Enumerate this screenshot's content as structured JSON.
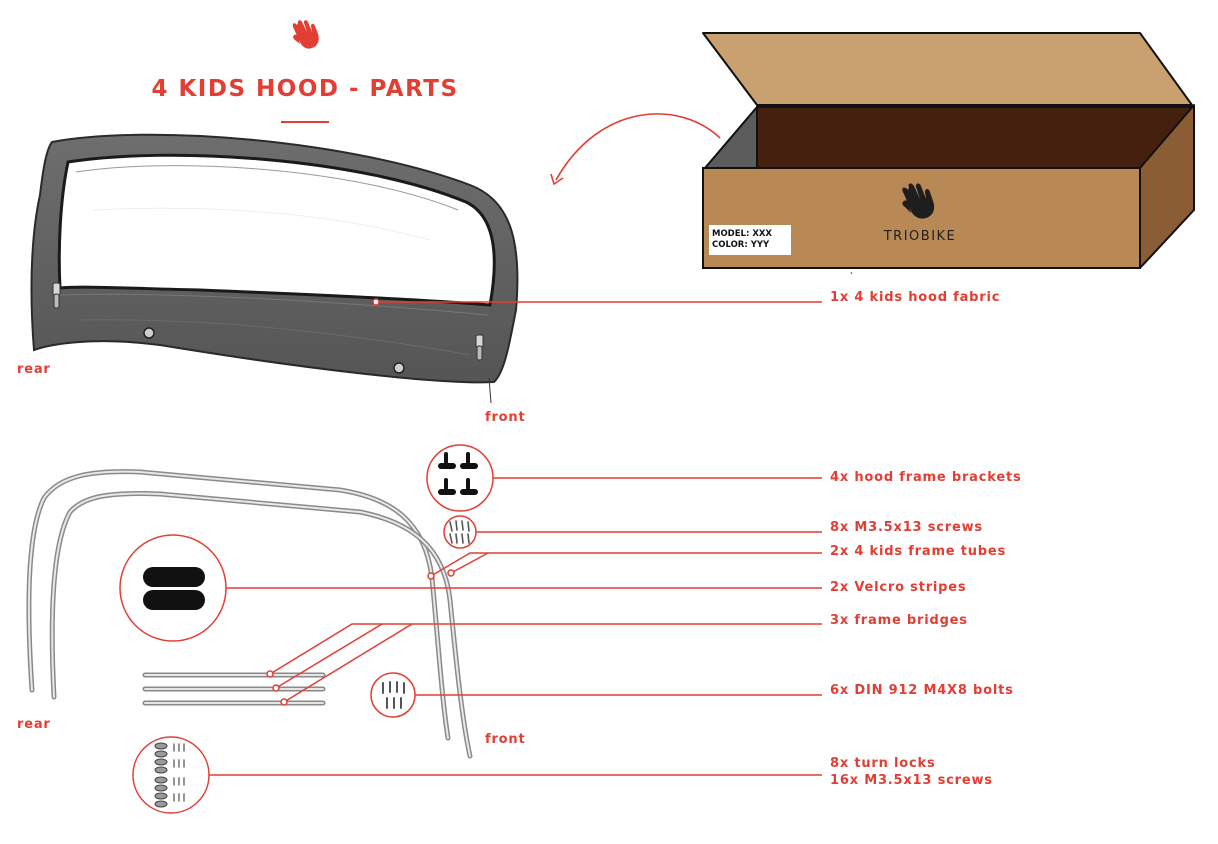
{
  "title": "4 KIDS HOOD - PARTS",
  "box": {
    "model": "MODEL: XXX",
    "color": "COLOR: YYY",
    "brand": "TRIOBIKE"
  },
  "orientation": {
    "rear_top": "rear",
    "front_top": "front",
    "rear_bottom": "rear",
    "front_bottom": "front"
  },
  "parts": {
    "hood_fabric": "1x 4 kids hood fabric",
    "frame_brackets": "4x hood frame brackets",
    "bracket_screws": "8x M3.5x13 screws",
    "frame_tubes": "2x 4 kids frame tubes",
    "velcro": "2x Velcro stripes",
    "frame_bridges": "3x frame bridges",
    "bolts": "6x DIN 912 M4X8 bolts",
    "turn_locks": "8x turn locks",
    "lock_screws": "16x M3.5x13 screws"
  },
  "colors": {
    "accent": "#e33e33",
    "box_front": "#b98955",
    "box_top": "#c9a06f",
    "box_side": "#8a5d34",
    "box_inside": "#45200f",
    "fabric": "#606060"
  },
  "icons": [
    "triobike-hand-logo"
  ]
}
